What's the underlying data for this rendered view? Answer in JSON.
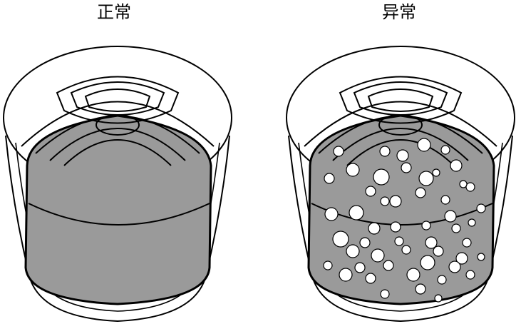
{
  "figures": [
    {
      "caption": "正常",
      "state": "normal",
      "fill_color": "#9a9a9a",
      "bubbles": false
    },
    {
      "caption": "异常",
      "state": "abnormal",
      "fill_color": "#9a9a9a",
      "bubbles": true
    }
  ]
}
